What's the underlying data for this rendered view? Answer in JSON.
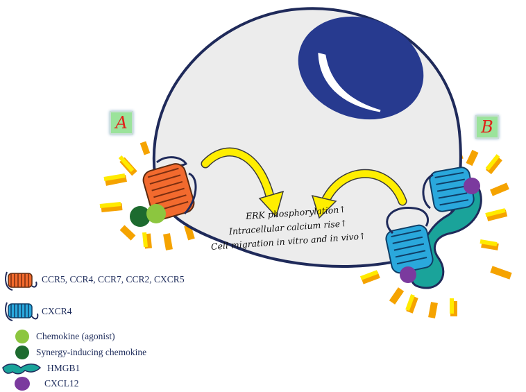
{
  "labels": {
    "a": "A",
    "b": "B"
  },
  "effects": [
    "ERK phosphorylation↑",
    "Intracellular calcium rise↑",
    "Cell migration in vitro and in vivo↑"
  ],
  "legend": [
    {
      "label": "CCR5, CCR4, CCR7, CCR2, CXCR5",
      "icon": "orange-receptor-icon"
    },
    {
      "label": "CXCR4",
      "icon": "blue-receptor-icon"
    },
    {
      "label": "Chemokine (agonist)",
      "icon": "light-green-circle-icon"
    },
    {
      "label": "Synergy-inducing chemokine",
      "icon": "dark-green-circle-icon"
    },
    {
      "label": "HMGB1",
      "icon": "teal-hmgb1-icon"
    },
    {
      "label": "CXCL12",
      "icon": "purple-circle-icon"
    }
  ],
  "colors": {
    "cell_fill": "#ececec",
    "cell_outline": "#1f2a5a",
    "nucleus": "#273a8f",
    "orange_receptor": "#f26a2e",
    "blue_receptor": "#2aa8dc",
    "chemokine_agonist": "#8cc63f",
    "synergy_chemokine": "#1d6b2f",
    "hmgb1": "#1aa39a",
    "cxcl12": "#7b3a9e",
    "arrow": "#ffee00",
    "signal_dash": "#ffcc00",
    "label_text": "#e0221b",
    "label_bg": "#9be39b"
  }
}
